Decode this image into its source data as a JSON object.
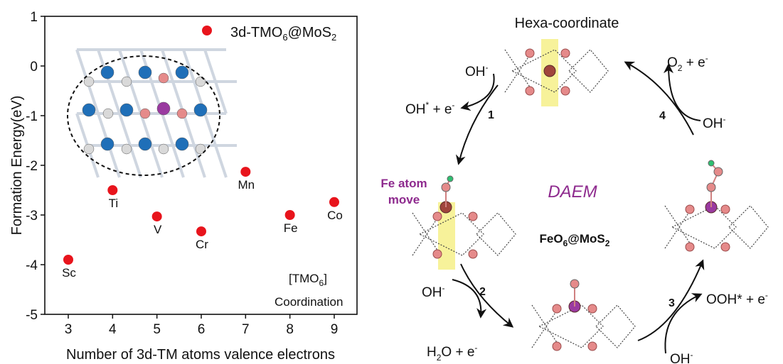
{
  "chart_data": {
    "type": "scatter",
    "title": "",
    "xlabel": "Number of 3d-TM atoms valence electrons",
    "ylabel": "Formation Energy(eV)",
    "xlim": [
      2.45,
      9.5
    ],
    "ylim": [
      -5,
      1
    ],
    "xticks": [
      3,
      4,
      5,
      6,
      7,
      8,
      9
    ],
    "yticks": [
      1,
      0,
      -1,
      -2,
      -3,
      -4,
      -5
    ],
    "grid": false,
    "legend": {
      "label_main": "3d-TMO",
      "label_sub1": "6",
      "label_mid": "@MoS",
      "label_sub2": "2",
      "placement": "top-right",
      "color": "#e8141c"
    },
    "series": [
      {
        "name": "3d-TMO6@MoS2",
        "color": "#e8141c",
        "points": [
          {
            "label": "Sc",
            "x": 3,
            "y": -3.9
          },
          {
            "label": "Ti",
            "x": 4,
            "y": -2.5
          },
          {
            "label": "V",
            "x": 5,
            "y": -3.03
          },
          {
            "label": "Cr",
            "x": 6,
            "y": -3.33
          },
          {
            "label": "Mn",
            "x": 7,
            "y": -2.13
          },
          {
            "label": "Fe",
            "x": 8,
            "y": -3.0
          },
          {
            "label": "Co",
            "x": 9,
            "y": -2.74
          }
        ]
      }
    ],
    "annotations": {
      "tmo_main": "[TMO",
      "tmo_sub": "6",
      "tmo_end": "]",
      "coordination": "Coordination"
    }
  },
  "diagram": {
    "hexa_label": "Hexa-coordinate",
    "center_label": "DAEM",
    "center_color": "#8e2a8e",
    "formula_main": "FeO",
    "formula_sub1": "6",
    "formula_mid": "@MoS",
    "formula_sub2": "2",
    "fe_move_line1": "Fe atom",
    "fe_move_line2": "move",
    "steps": [
      {
        "number": "1",
        "in": "OH",
        "in_sup": "-",
        "out": "OH",
        "out_sup": "*",
        "out_rest": " + e",
        "out_sup2": "-"
      },
      {
        "number": "2",
        "in": "OH",
        "in_sup": "-",
        "out": "H",
        "out_sub": "2",
        "out_rest": "O + e",
        "out_sup2": "-"
      },
      {
        "number": "3",
        "in": "OH",
        "in_sup": "-",
        "out": "OOH* + e",
        "out_sup2": "-"
      },
      {
        "number": "4",
        "in": "OH",
        "in_sup": "-",
        "out": "O",
        "out_sub": "2",
        "out_rest": " + e",
        "out_sup2": "-"
      }
    ],
    "colors": {
      "oxygen": "#e58a8a",
      "fe": "#a0453c",
      "metal": "#9a3aa0",
      "hydrogen": "#2fbf71",
      "highlight": "#f7f29a"
    }
  }
}
